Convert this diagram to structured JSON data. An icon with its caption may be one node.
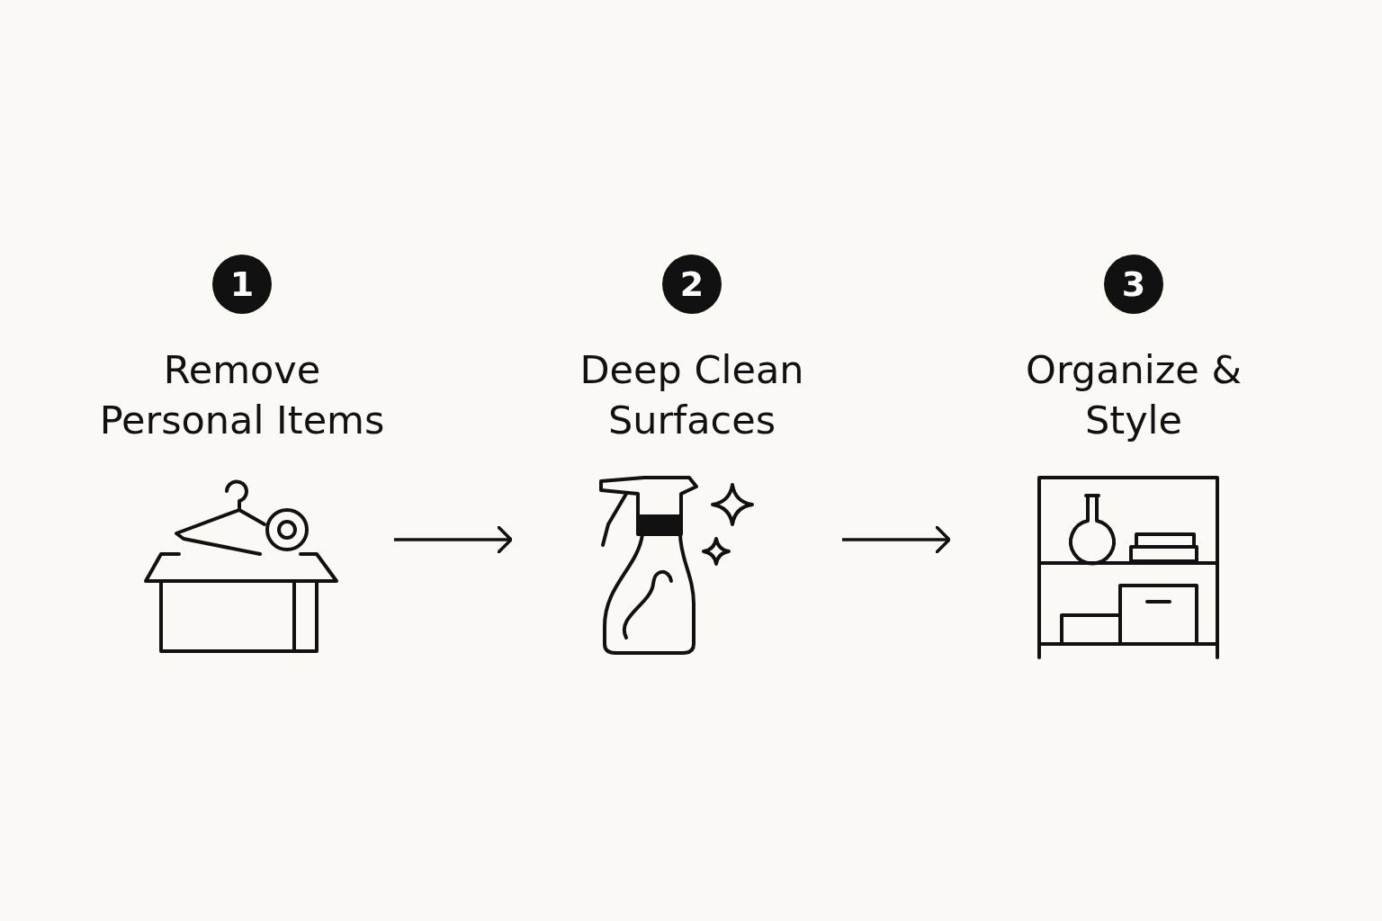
{
  "diagram": {
    "nodes": [
      {
        "text": [
          "1",
          "Remove Personal Items"
        ]
      },
      {
        "text": [
          "2",
          "Deep Clean Surfaces"
        ]
      },
      {
        "text": [
          "3",
          "Organize & Style"
        ]
      }
    ],
    "edges": [
      {
        "from": 0,
        "to": 1,
        "arrow": "to"
      },
      {
        "from": 1,
        "to": 2,
        "arrow": "to"
      }
    ]
  }
}
